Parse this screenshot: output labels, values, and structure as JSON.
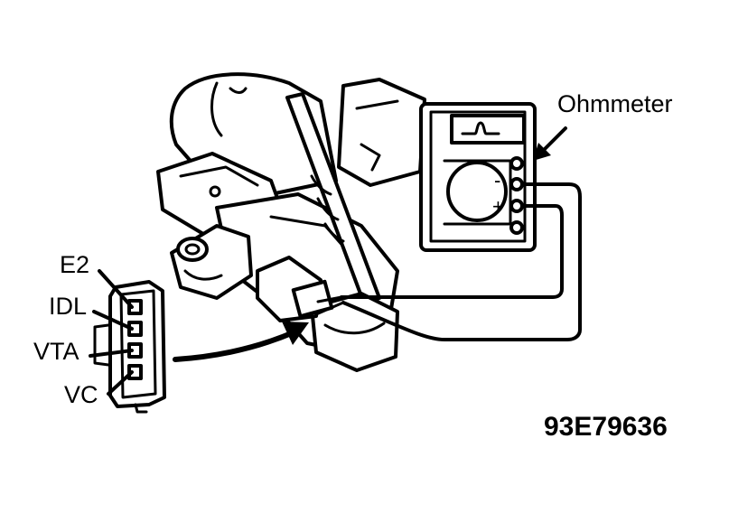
{
  "labels": {
    "ohmmeter": "Ohmmeter",
    "e2": "E2",
    "idl": "IDL",
    "vta": "VTA",
    "vc": "VC",
    "meter_minus": "-",
    "meter_plus": "+"
  },
  "figure_code": "93E79636",
  "colors": {
    "ink": "#000000",
    "paper": "#ffffff"
  }
}
